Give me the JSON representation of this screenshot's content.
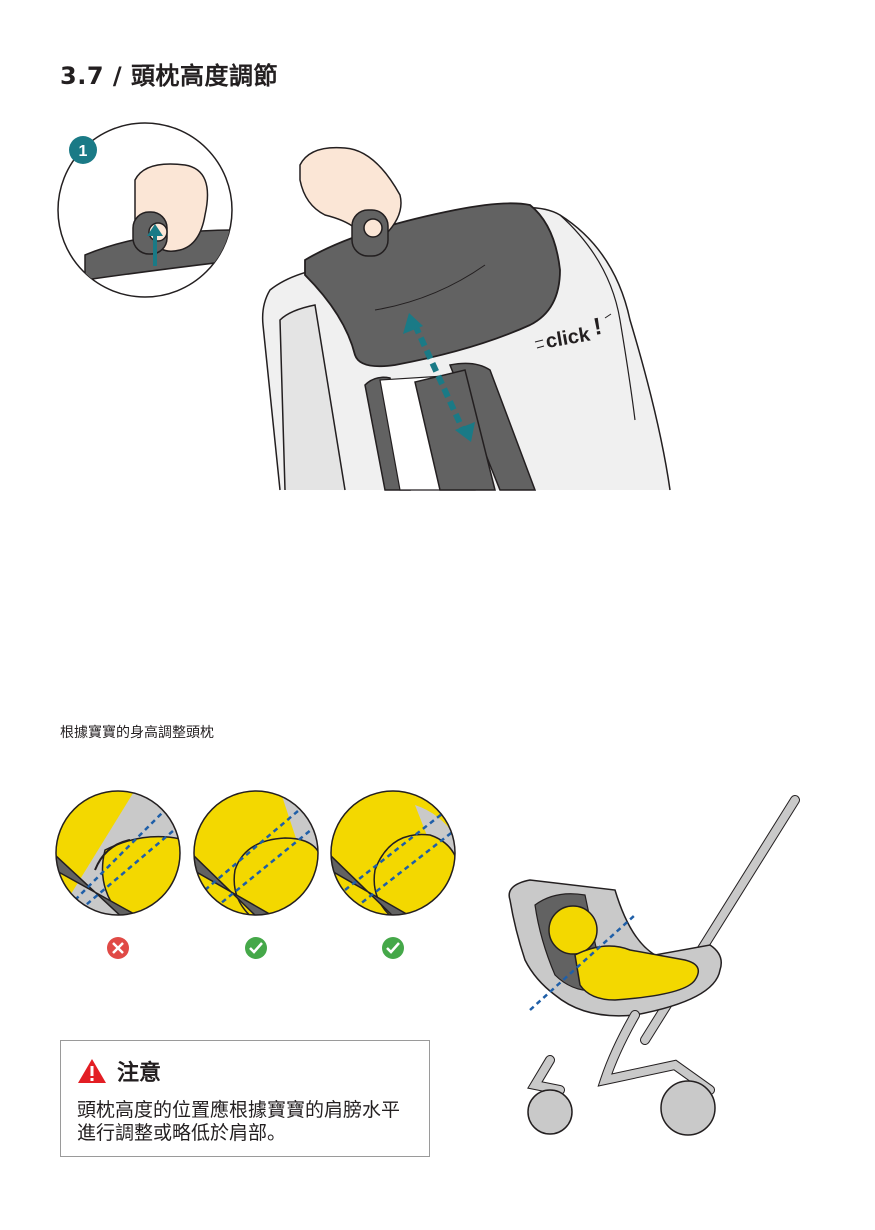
{
  "section_title": "3.7 / 頭枕高度調節",
  "step_badge": "1",
  "click_text": "click",
  "click_mark": "!",
  "caption": "根據寶寶的身高調整頭枕",
  "examples": [
    {
      "status": "incorrect",
      "icon": "x-icon",
      "color": "#e04a46"
    },
    {
      "status": "correct",
      "icon": "check-icon",
      "color": "#45a849"
    },
    {
      "status": "correct",
      "icon": "check-icon",
      "color": "#45a849"
    }
  ],
  "notice": {
    "label": "注意",
    "text": "頭枕高度的位置應根據寶寶的肩膀水平進行調整或略低於肩部。",
    "warning_color": "#e31e24"
  },
  "colors": {
    "teal": "#1a7a86",
    "dark_gray": "#626262",
    "yellow": "#f3d800",
    "dash_blue": "#1f5fa8",
    "light_gray": "#c9c9c9"
  }
}
